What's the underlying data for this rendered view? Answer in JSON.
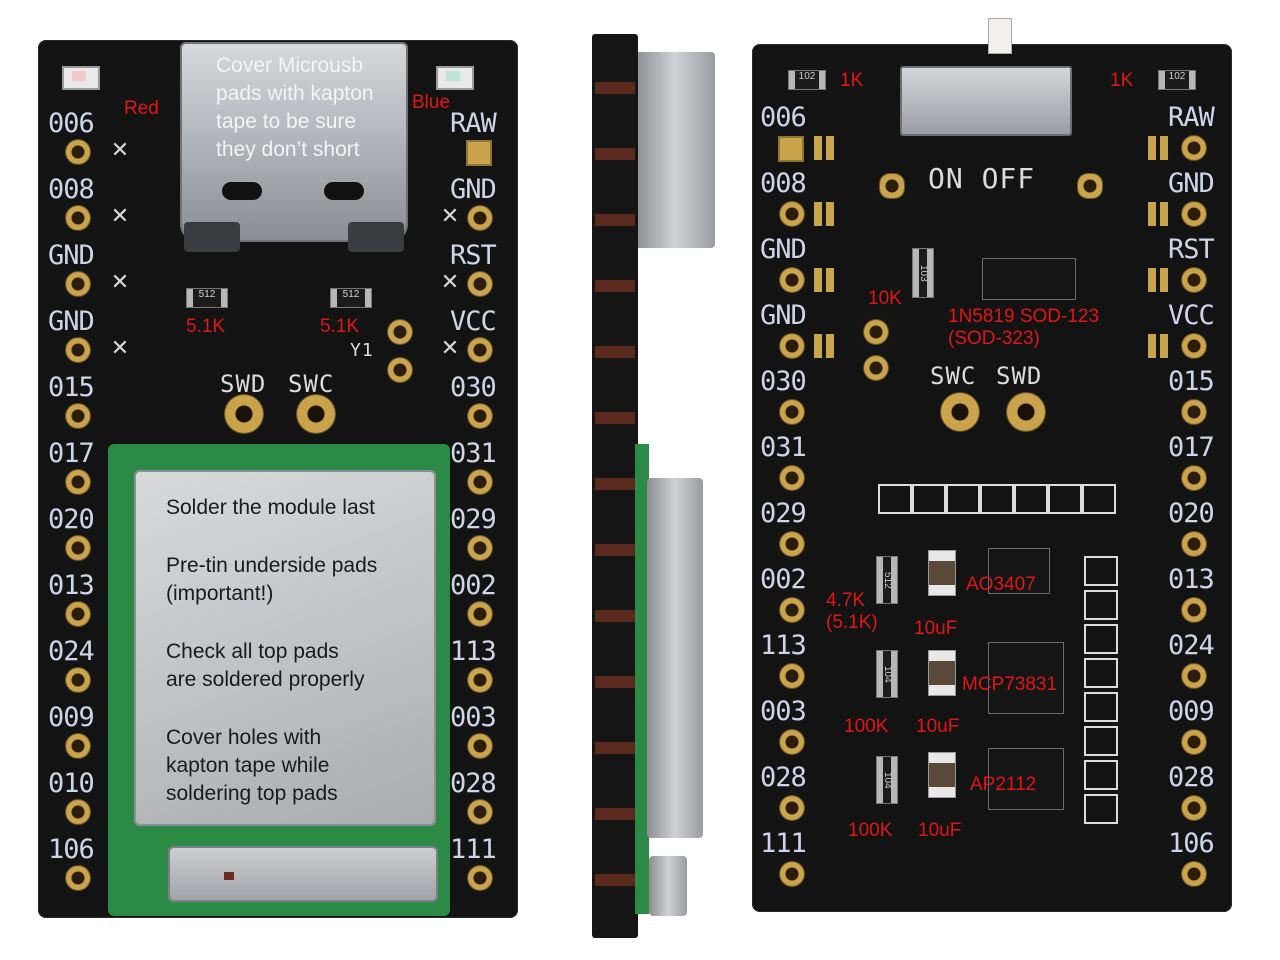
{
  "top_view": {
    "left_pins": [
      "006",
      "008",
      "GND",
      "GND",
      "015",
      "017",
      "020",
      "013",
      "024",
      "009",
      "010",
      "106"
    ],
    "right_pins": [
      "RAW",
      "GND",
      "RST",
      "VCC",
      "030",
      "031",
      "029",
      "002",
      "113",
      "003",
      "028",
      "111"
    ],
    "silk_swd": "SWD",
    "silk_swc": "SWC",
    "silk_y1": "Y1",
    "resistor_code": "512",
    "led_red_label": "Red",
    "led_blue_label": "Blue",
    "resistor_left_label": "5.1K",
    "resistor_right_label": "5.1K",
    "note_usb": "Cover Microusb\npads with kapton\ntape to be sure\nthey don’t short",
    "note_module_1": "Solder the module last",
    "note_module_2": "Pre-tin underside pads\n(important!)",
    "note_module_3": "Check all top pads\nare soldered properly",
    "note_module_4": "Cover holes with\nkapton tape while\nsoldering top pads"
  },
  "bottom_view": {
    "left_pins": [
      "006",
      "008",
      "GND",
      "GND",
      "030",
      "031",
      "029",
      "002",
      "113",
      "003",
      "028",
      "111"
    ],
    "right_pins": [
      "RAW",
      "GND",
      "RST",
      "VCC",
      "015",
      "017",
      "020",
      "013",
      "024",
      "009",
      "028",
      "106"
    ],
    "silk_switch": "ON OFF",
    "silk_swc": "SWC",
    "silk_swd": "SWD",
    "resistor_code_102": "102",
    "resistor_code_103": "103",
    "resistor_code_512": "512",
    "resistor_code_104": "104",
    "label_1k_left": "1K",
    "label_1k_right": "1K",
    "label_10k": "10K",
    "label_diode": "1N5819 SOD-123\n(SOD-323)",
    "label_4k7": "4.7K\n(5.1K)",
    "label_10uf_1": "10uF",
    "label_10uf_2": "10uF",
    "label_10uf_3": "10uF",
    "label_ao3407": "AO3407",
    "label_mcp": "MCP73831",
    "label_ap2112": "AP2112",
    "label_100k_1": "100K",
    "label_100k_2": "100K"
  },
  "colors": {
    "board": "#131313",
    "silkscreen": "#cfd4e6",
    "annotation_red": "#e11717",
    "gold_pad": "#c9a44c",
    "module_green": "#2c8a47"
  }
}
